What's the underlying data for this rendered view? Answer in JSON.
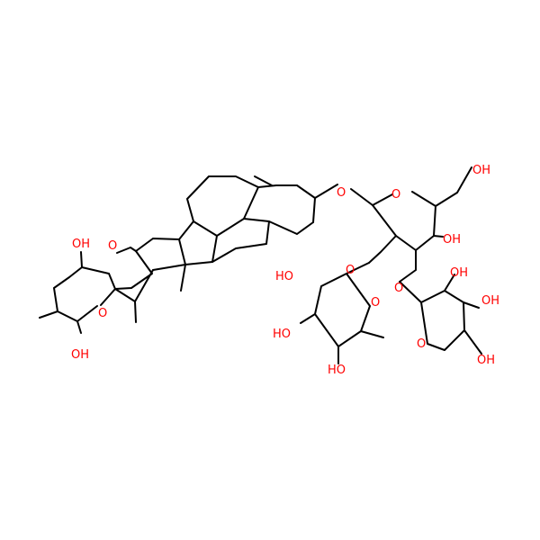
{
  "structure": {
    "bond_color": "#000000",
    "heteroatom_color": "#ff0000",
    "background": "#ffffff",
    "atom_labels": {
      "oh_spiro_top": "OH",
      "oh_spiro_bottom": "OH",
      "o_spiro_ring": "O",
      "o_furan": "O",
      "methyl_c10": "",
      "o_glycosidic_c3": "O",
      "o_glucose_ring": "O",
      "oh_glucose_ch2": "OH",
      "oh_glucose_c4": "OH",
      "o_glucose_c2": "O",
      "o_glucose_c3": "O",
      "o_rhamnose_ring": "O",
      "oh_rha_2": "HO",
      "oh_rha_3": "HO",
      "oh_rha_4": "HO",
      "o_xylose_ring": "O",
      "oh_xyl_2": "OH",
      "oh_xyl_3": "OH",
      "oh_xyl_4": "OH"
    }
  }
}
